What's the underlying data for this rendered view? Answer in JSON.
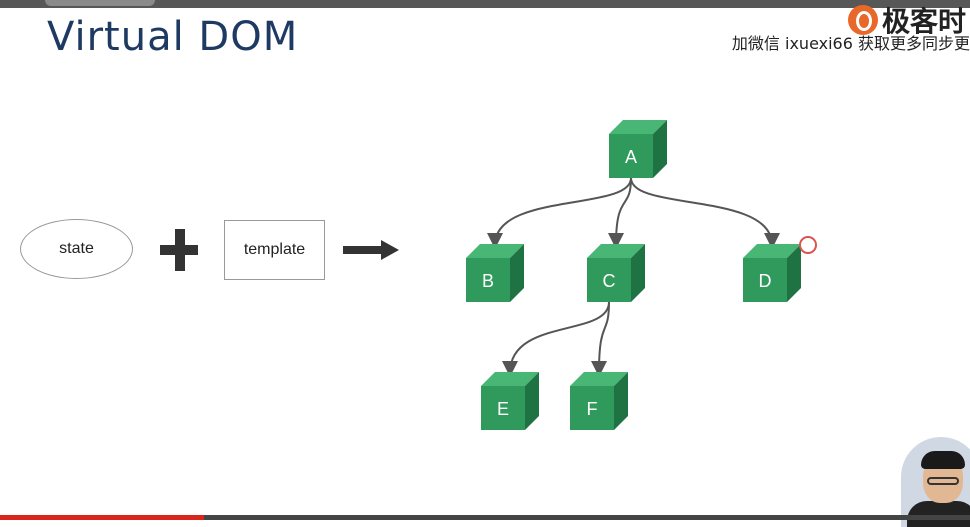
{
  "slide": {
    "title": "Virtual DOM"
  },
  "watermark": {
    "brand_name": "极客时",
    "text": "加微信 ixuexi66 获取更多同步更"
  },
  "formula": {
    "state_label": "state",
    "template_label": "template"
  },
  "tree": {
    "node_color": "#2f9a5b",
    "node_top_color": "#48b674",
    "node_side_color": "#1f7242",
    "edge_color": "#555555",
    "nodes": [
      {
        "id": "A",
        "label": "A"
      },
      {
        "id": "B",
        "label": "B"
      },
      {
        "id": "C",
        "label": "C"
      },
      {
        "id": "D",
        "label": "D"
      },
      {
        "id": "E",
        "label": "E"
      },
      {
        "id": "F",
        "label": "F"
      }
    ],
    "edges": [
      {
        "from": "A",
        "to": "B"
      },
      {
        "from": "A",
        "to": "C"
      },
      {
        "from": "A",
        "to": "D"
      },
      {
        "from": "C",
        "to": "E"
      },
      {
        "from": "C",
        "to": "F"
      }
    ]
  },
  "player": {
    "progress": 0.21,
    "progress_color": "#d8261c"
  }
}
